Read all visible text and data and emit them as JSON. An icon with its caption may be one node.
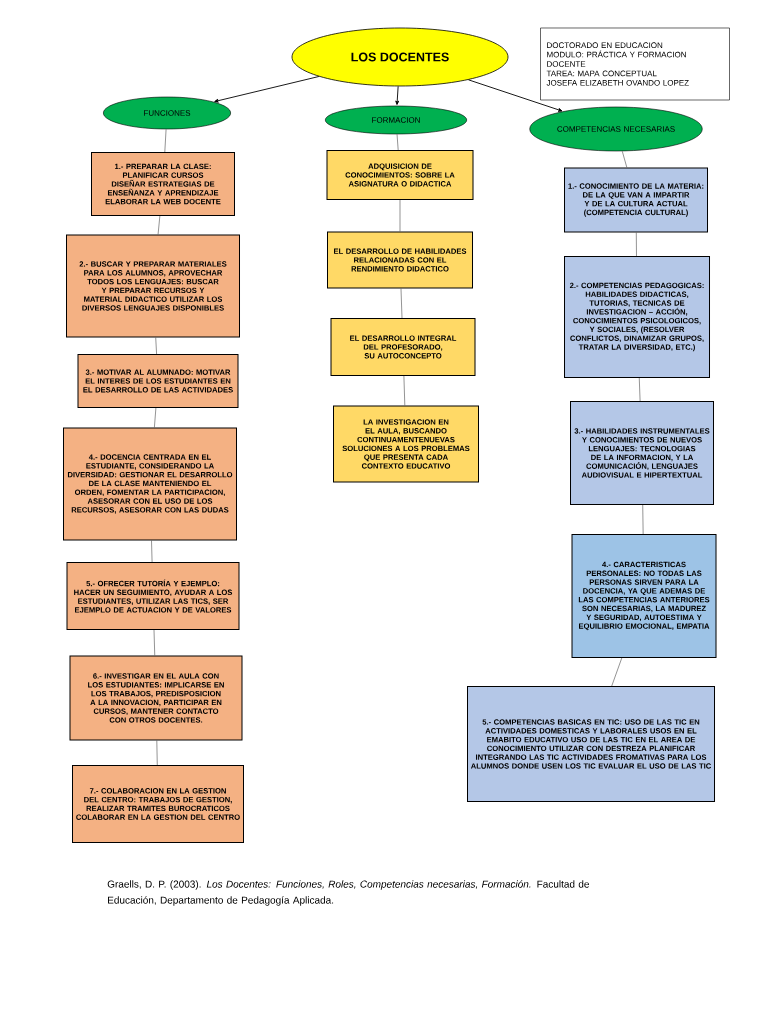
{
  "diagram": {
    "nodes": [
      {
        "text": [
          "LOS DOCENTES"
        ]
      },
      {
        "text": [
          "DOCTORADO EN EDUCACION",
          "MODULO: PRÁCTICA Y FORMACION DOCENTE",
          "TAREA: MAPA CONCEPTUAL",
          "JOSEFA ELIZABETH OVANDO LOPEZ"
        ]
      },
      {
        "text": [
          "FUNCIONES"
        ]
      },
      {
        "text": [
          "FORMACION"
        ]
      },
      {
        "text": [
          "COMPETENCIAS NECESARIAS"
        ]
      },
      {
        "text": [
          "1.- PREPARAR LA CLASE: PLANIFICAR CURSOS DISEÑAR ESTRATEGIAS DE ENSEÑANZA Y APRENDIZAJE ELABORAR LA WEB DOCENTE"
        ]
      },
      {
        "text": [
          "2.- BUSCAR Y PREPARAR MATERIALES PARA LOS ALUMNOS, APROVECHAR TODOS LOS LENGUAJES: BUSCAR Y PREPARAR RECURSOS Y MATERIAL DIDACTICO UTILIZAR LOS DIVERSOS LENGUAJES DISPONIBLES"
        ]
      },
      {
        "text": [
          "3.- MOTIVAR AL ALUMNADO: MOTIVAR EL INTERES DE LOS ESTUDIANTES EN EL DESARROLLO DE LAS ACTIVIDADES"
        ]
      },
      {
        "text": [
          "4.- DOCENCIA CENTRADA EN EL ESTUDIANTE, CONSIDERANDO LA DIVERSIDAD: GESTIONAR EL DESARROLLO DE LA CLASE MANTENIENDO EL ORDEN, FOMENTAR LA PARTICIPACION, ASESORAR CON EL USO DE LOS RECURSOS, ASESORAR CON LAS DUDAS"
        ]
      },
      {
        "text": [
          "5.- OFRECER TUTORÍA Y EJEMPLO: HACER UN SEGUIMIENTO, AYUDAR A LOS ESTUDIANTES, UTILIZAR LAS TICS, SER EJEMPLO DE ACTUACION Y DE VALORES"
        ]
      },
      {
        "text": [
          "6.- INVESTIGAR EN EL AULA CON LOS ESTUDIANTES: IMPLICARSE EN LOS TRABAJOS, PREDISPOSICION A LA INNOVACION, PARTICIPAR EN CURSOS, MANTENER CONTACTO CON OTROS DOCENTES."
        ]
      },
      {
        "text": [
          "7.- COLABORACION EN LA GESTION DEL CENTRO: TRABAJOS DE GESTION, REALIZAR TRAMITES BUROCRATICOS COLABORAR EN LA GESTION DEL CENTRO"
        ]
      },
      {
        "text": [
          "ADQUISICION DE CONOCIMIENTOS: SOBRE LA ASIGNATURA O DIDACTICA"
        ]
      },
      {
        "text": [
          "EL DESARROLLO DE HABILIDADES RELACIONADAS CON EL RENDIMIENTO DIDACTICO"
        ]
      },
      {
        "text": [
          "EL DESARROLLO INTEGRAL DEL PROFESORADO, SU AUTOCONCEPTO"
        ]
      },
      {
        "text": [
          "LA INVESTIGACION EN EL AULA, BUSCANDO CONTINUAMENTENUEVAS SOLUCIONES A LOS PROBLEMAS QUE PRESENTA CADA CONTEXTO EDUCATIVO"
        ]
      },
      {
        "text": [
          "1.- CONOCIMIENTO DE LA MATERIA: DE LA QUE VAN A IMPARTIR Y DE LA CULTURA ACTUAL (COMPETENCIA CULTURAL)"
        ]
      },
      {
        "text": [
          "2.- COMPETENCIAS PEDAGOGICAS: HABILIDADES DIDACTICAS, TUTORIAS, TECNICAS DE INVESTIGACION – ACCIÓN, CONOCIMIENTOS PSICOLOGICOS, Y SOCIALES, (RESOLVER CONFLICTOS, DINAMIZAR GRUPOS, TRATAR LA DIVERSIDAD, ETC.)"
        ]
      },
      {
        "text": [
          "3.- HABILIDADES INSTRUMENTALES Y CONOCIMIENTOS DE NUEVOS LENGUAJES: TECNOLOGIAS DE LA INFORMACION, Y LA COMUNICACIÓN, LENGUAJES AUDIOVISUAL E HIPERTEXTUAL"
        ]
      },
      {
        "text": [
          "4.- CARACTERISTICAS PERSONALES: NO TODAS LAS PERSONAS SIRVEN PARA LA DOCENCIA, YA QUE ADEMAS DE LAS COMPETENCIAS ANTERIORES SON NECESARIAS, LA MADUREZ Y SEGURIDAD, AUTOESTIMA Y EQUILIBRIO EMOCIONAL, EMPATIA"
        ]
      },
      {
        "text": [
          "5.- COMPETENCIAS BASICAS EN TIC: USO DE LAS TIC EN ACTIVIDADES DOMESTICAS Y LABORALES USOS EN EL EMABITO EDUCATIVO USO DE LAS TIC EN EL AREA DE CONOCIMIENTO UTILIZAR CON DESTREZA PLANIFICAR INTEGRANDO LAS TIC ACTIVIDADES FROMATIVAS PARA LOS ALUMNOS DONDE USEN LOS TIC EVALUAR EL USO DE LAS TIC"
        ]
      }
    ],
    "edges": [
      {
        "from": 0,
        "to": 2,
        "arrow": "to"
      },
      {
        "from": 0,
        "to": 3,
        "arrow": "to"
      },
      {
        "from": 0,
        "to": 4,
        "arrow": "to"
      },
      {
        "from": 2,
        "to": 5,
        "arrow": "none"
      },
      {
        "from": 5,
        "to": 6,
        "arrow": "none"
      },
      {
        "from": 6,
        "to": 7,
        "arrow": "none"
      },
      {
        "from": 7,
        "to": 8,
        "arrow": "none"
      },
      {
        "from": 8,
        "to": 9,
        "arrow": "none"
      },
      {
        "from": 9,
        "to": 10,
        "arrow": "none"
      },
      {
        "from": 10,
        "to": 11,
        "arrow": "none"
      },
      {
        "from": 3,
        "to": 12,
        "arrow": "none"
      },
      {
        "from": 12,
        "to": 13,
        "arrow": "none"
      },
      {
        "from": 13,
        "to": 14,
        "arrow": "none"
      },
      {
        "from": 14,
        "to": 15,
        "arrow": "none"
      },
      {
        "from": 4,
        "to": 16,
        "arrow": "none"
      },
      {
        "from": 16,
        "to": 17,
        "arrow": "none"
      },
      {
        "from": 17,
        "to": 18,
        "arrow": "none"
      },
      {
        "from": 18,
        "to": 19,
        "arrow": "none"
      },
      {
        "from": 19,
        "to": 20,
        "arrow": "none"
      }
    ],
    "caption": "Graells, D. P. (2003). *Los Docentes: Funciones, Roles, Competencias necesarias, Formación.* Facultad de Educación, Departamento de Pedagogía Aplicada."
  }
}
